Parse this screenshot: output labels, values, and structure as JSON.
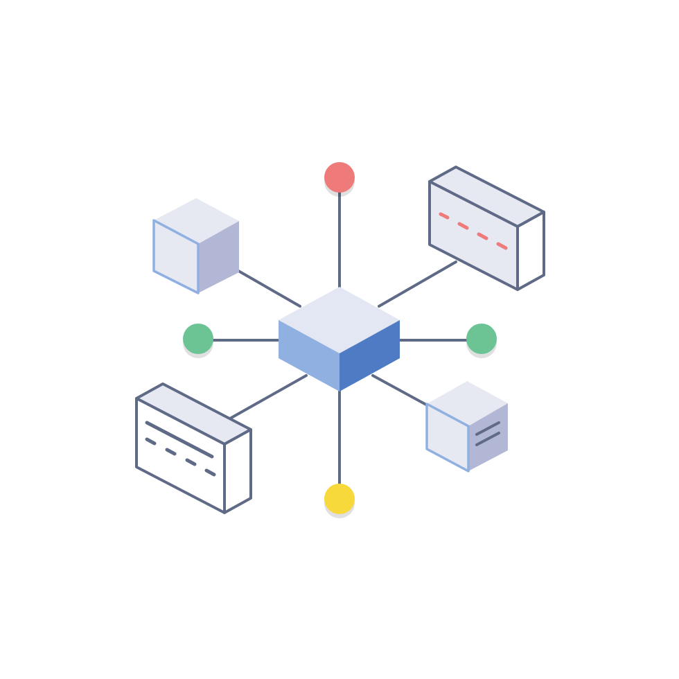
{
  "diagram": {
    "type": "network-hub",
    "labels": [],
    "colors": {
      "background": "#ffffff",
      "outline": "#5f6b86",
      "hub_top": "#e3e6f3",
      "hub_left": "#8fb0e0",
      "hub_right": "#4f7bc4",
      "box_light": "#e6e8f2",
      "box_shade": "#b3b7d6",
      "box_front_accent": "#8fb0e0",
      "dot_red": "#ee7a7a",
      "dot_green": "#6cc495",
      "dot_yellow": "#f7d93b",
      "dash_red": "#ee7a7a",
      "dash_gray": "#5f6b86"
    },
    "nodes": [
      {
        "id": "hub",
        "kind": "cube",
        "icon": "hub-cube-icon"
      },
      {
        "id": "top",
        "kind": "dot",
        "color": "dot_red"
      },
      {
        "id": "left",
        "kind": "dot",
        "color": "dot_green"
      },
      {
        "id": "right",
        "kind": "dot",
        "color": "dot_green"
      },
      {
        "id": "bottom",
        "kind": "dot",
        "color": "dot_yellow"
      },
      {
        "id": "top-left",
        "kind": "cube",
        "icon": "cube-icon"
      },
      {
        "id": "top-right",
        "kind": "panel",
        "icon": "server-panel-icon"
      },
      {
        "id": "bottom-left",
        "kind": "panel",
        "icon": "server-panel-icon"
      },
      {
        "id": "bottom-right",
        "kind": "cube",
        "icon": "document-cube-icon"
      }
    ],
    "edges": [
      [
        "hub",
        "top"
      ],
      [
        "hub",
        "left"
      ],
      [
        "hub",
        "right"
      ],
      [
        "hub",
        "bottom"
      ],
      [
        "hub",
        "top-left"
      ],
      [
        "hub",
        "top-right"
      ],
      [
        "hub",
        "bottom-left"
      ],
      [
        "hub",
        "bottom-right"
      ]
    ]
  }
}
